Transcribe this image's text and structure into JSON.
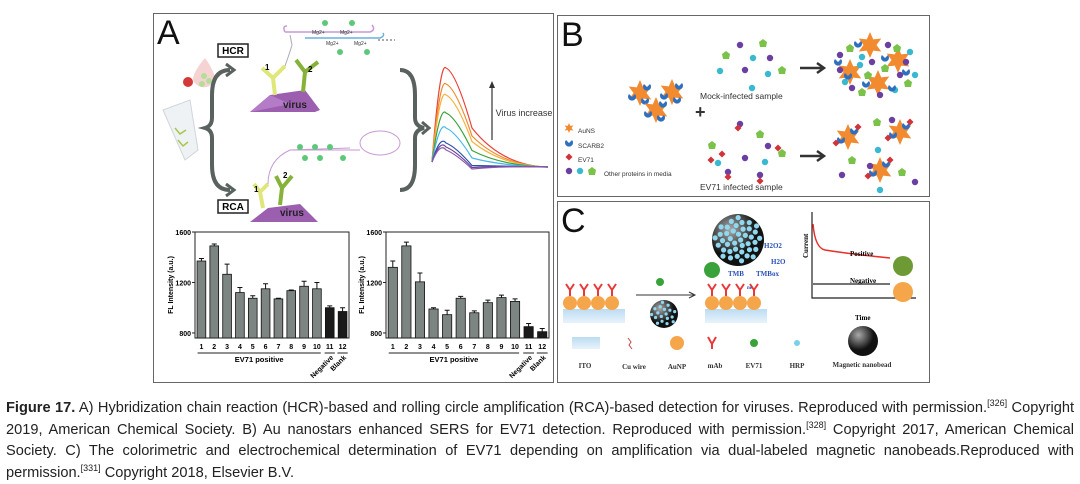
{
  "figure": {
    "panel_labels": [
      "A",
      "B",
      "C"
    ],
    "panel_a": {
      "methods": [
        "HCR",
        "RCA"
      ],
      "virus_label": "virus",
      "antibody_labels": [
        "1",
        "2"
      ],
      "ion_label": "Mg2+",
      "spectra_note": "Virus increase",
      "spectra_colors": [
        "#e8423a",
        "#f08a2c",
        "#f6b13a",
        "#3aa23a",
        "#4ab8e8",
        "#2a4fa8",
        "#6a3fa0",
        "#8a5aa8"
      ]
    },
    "panel_b": {
      "legend": [
        "AuNS",
        "SCARB2",
        "EV71",
        "Other proteins in media"
      ],
      "samples": [
        "Mock-infected sample",
        "EV71 infected sample"
      ],
      "plus": "+"
    },
    "panel_c": {
      "labels": {
        "h2o2": "H2O2",
        "h2o": "H2O",
        "tmb": "TMB",
        "tmbox": "TMBox",
        "ne": "ne"
      },
      "plot": {
        "ylabel": "Current",
        "xlabel": "Time",
        "positive": "Positive",
        "negative": "Negative"
      },
      "legend": [
        "ITO",
        "Cu wire",
        "AuNP",
        "mAb",
        "EV71",
        "HRP",
        "Magnetic nanobead"
      ]
    }
  },
  "chart_data": [
    {
      "type": "bar",
      "title": "",
      "ylabel": "FL Intensity (a.u.)",
      "xlabel": "",
      "categories": [
        "1",
        "2",
        "3",
        "4",
        "5",
        "6",
        "7",
        "8",
        "9",
        "10",
        "11",
        "12"
      ],
      "values": [
        1370,
        1490,
        1265,
        1120,
        1075,
        1150,
        1070,
        1135,
        1170,
        1150,
        1000,
        970
      ],
      "errors": [
        20,
        15,
        80,
        40,
        20,
        40,
        5,
        5,
        40,
        50,
        15,
        30
      ],
      "bar_colors": [
        "gray",
        "gray",
        "gray",
        "gray",
        "gray",
        "gray",
        "gray",
        "gray",
        "gray",
        "gray",
        "black",
        "black"
      ],
      "group_labels": [
        "EV71 positive",
        "Negative",
        "Blank"
      ],
      "yticks": [
        800,
        1200,
        1600
      ],
      "ylim": [
        760,
        1600
      ]
    },
    {
      "type": "bar",
      "title": "",
      "ylabel": "FL Intensity (a.u.)",
      "xlabel": "",
      "categories": [
        "1",
        "2",
        "3",
        "4",
        "5",
        "6",
        "7",
        "8",
        "9",
        "10",
        "11",
        "12"
      ],
      "values": [
        1320,
        1490,
        1205,
        990,
        945,
        1075,
        960,
        1040,
        1080,
        1050,
        850,
        810
      ],
      "errors": [
        50,
        30,
        70,
        10,
        35,
        15,
        15,
        20,
        20,
        20,
        25,
        25
      ],
      "bar_colors": [
        "gray",
        "gray",
        "gray",
        "gray",
        "gray",
        "gray",
        "gray",
        "gray",
        "gray",
        "gray",
        "black",
        "black"
      ],
      "group_labels": [
        "EV71 positive",
        "Negative",
        "Blank"
      ],
      "yticks": [
        800,
        1200,
        1600
      ],
      "ylim": [
        760,
        1600
      ]
    }
  ],
  "caption": {
    "label": "Figure 17.",
    "parts": [
      " A) Hybridization chain reaction (HCR)-based and rolling circle amplification (RCA)-based detection for viruses. Reproduced with permission.",
      "[326]",
      " Copyright 2019, American Chemical Society. B) Au nanostars enhanced SERS for EV71 detection. Reproduced with permission.",
      "[328]",
      " Copyright 2017, American Chemical Society. C) The colorimetric and electrochemical determination of EV71 depending on amplification via dual-labeled magnetic nanobeads.Reproduced with permission.",
      "[331]",
      " Copyright 2018, Elsevier B.V."
    ]
  }
}
